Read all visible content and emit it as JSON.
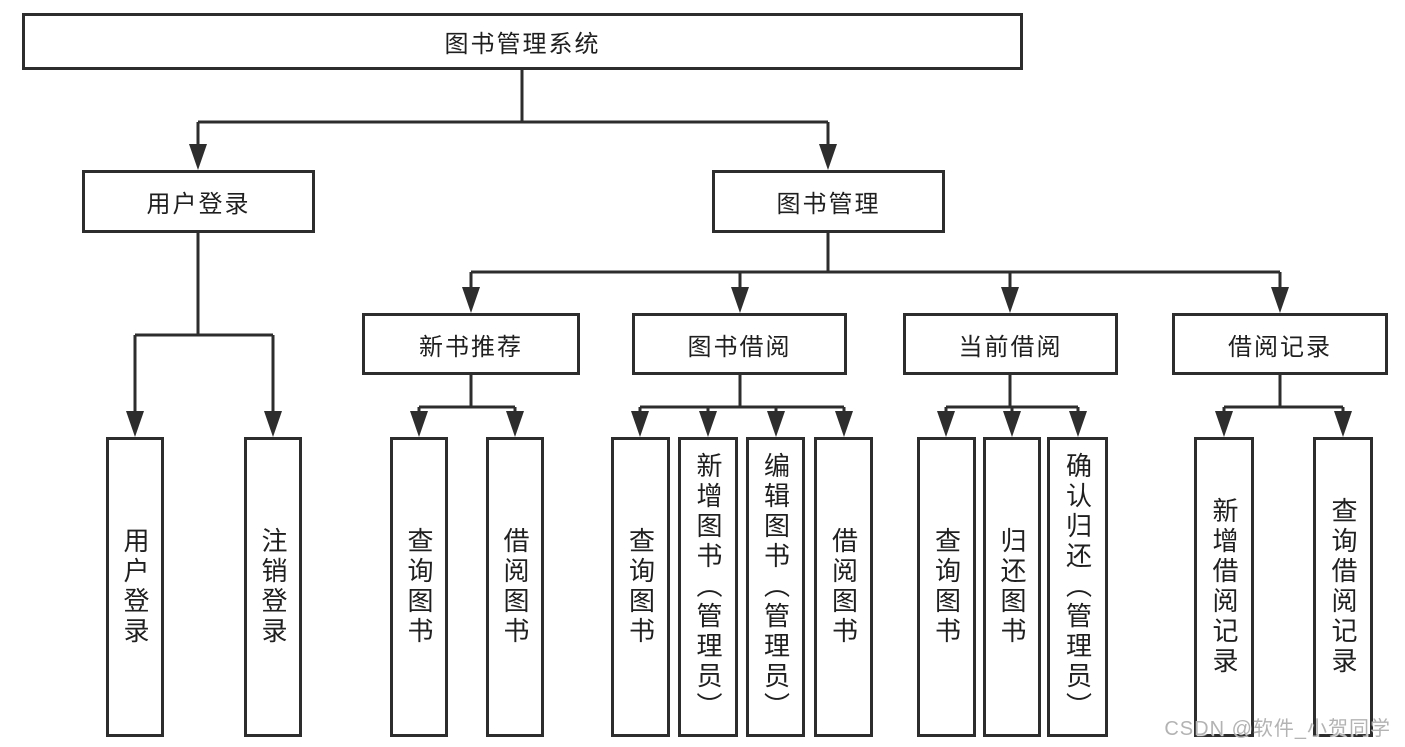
{
  "diagram": {
    "root": {
      "label": "图书管理系统"
    },
    "branches": [
      {
        "label": "用户登录",
        "children": [
          {
            "label": "用户登录"
          },
          {
            "label": "注销登录"
          }
        ]
      },
      {
        "label": "图书管理",
        "children": [
          {
            "label": "新书推荐",
            "children": [
              {
                "label": "查询图书"
              },
              {
                "label": "借阅图书"
              }
            ]
          },
          {
            "label": "图书借阅",
            "children": [
              {
                "label": "查询图书"
              },
              {
                "label": "新增图书（管理员）"
              },
              {
                "label": "编辑图书（管理员）"
              },
              {
                "label": "借阅图书"
              }
            ]
          },
          {
            "label": "当前借阅",
            "children": [
              {
                "label": "查询图书"
              },
              {
                "label": "归还图书"
              },
              {
                "label": "确认归还（管理员）"
              }
            ]
          },
          {
            "label": "借阅记录",
            "children": [
              {
                "label": "新增借阅记录"
              },
              {
                "label": "查询借阅记录"
              }
            ]
          }
        ]
      }
    ]
  },
  "watermark": {
    "text": "CSDN @软件_小贺同学"
  },
  "colors": {
    "line": "#2d2d2d",
    "text": "#1f1f1f",
    "background": "#ffffff",
    "watermark": "#b3b3b3"
  }
}
